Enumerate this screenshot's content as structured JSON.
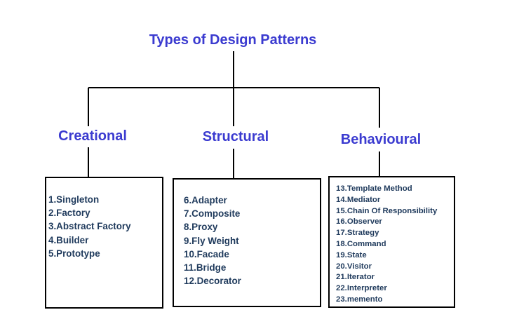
{
  "title": "Types of Design Patterns",
  "categories": [
    {
      "name": "Creational",
      "patterns": [
        "1.Singleton",
        "2.Factory",
        "3.Abstract Factory",
        "4.Builder",
        "5.Prototype"
      ]
    },
    {
      "name": "Structural",
      "patterns": [
        "6.Adapter",
        "7.Composite",
        "8.Proxy",
        "9.Fly Weight",
        "10.Facade",
        "11.Bridge",
        "12.Decorator"
      ]
    },
    {
      "name": "Behavioural",
      "patterns": [
        "13.Template Method",
        "14.Mediator",
        "15.Chain Of Responsibility",
        "16.Observer",
        "17.Strategy",
        "18.Command",
        "19.State",
        "20.Visitor",
        "21.Iterator",
        "22.Interpreter",
        "23.memento"
      ]
    }
  ],
  "colors": {
    "heading": "#3b3bd0",
    "item_text": "#1f3a5c",
    "lines": "#000000"
  }
}
